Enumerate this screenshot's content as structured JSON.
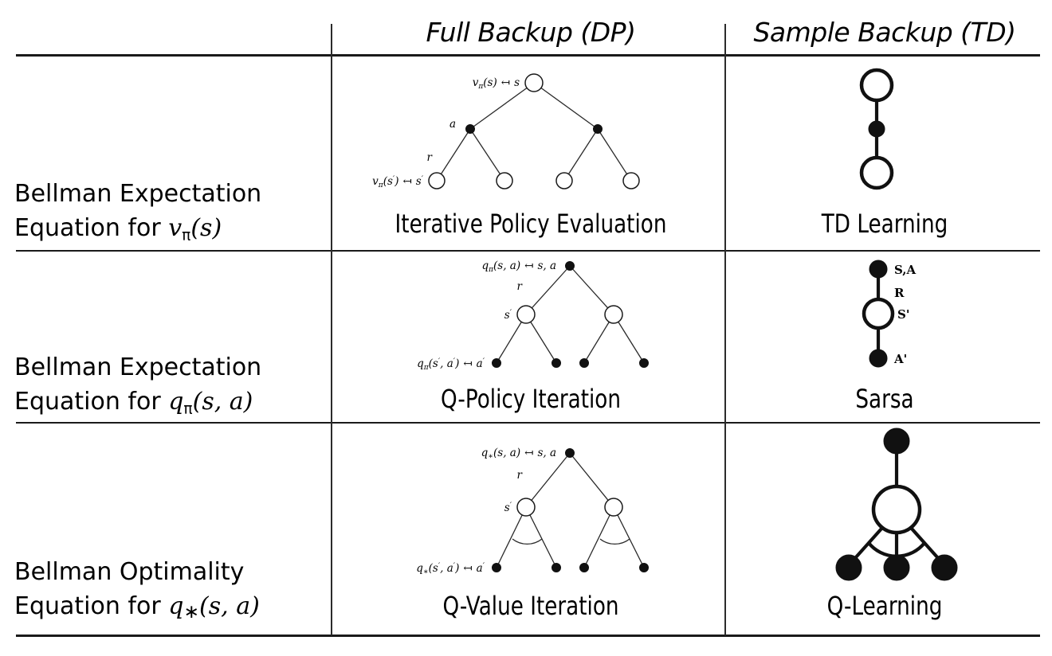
{
  "table": {
    "headers": {
      "corner": "",
      "col_dp": "Full Backup (DP)",
      "col_td": "Sample Backup (TD)"
    },
    "rows": [
      {
        "label_line1": "Bellman Expectation",
        "label_line2_prefix": "Equation for ",
        "label_line2_symbol": "v",
        "label_line2_sub": "π",
        "label_line2_suffix": "(s)",
        "dp_method": "Iterative Policy Evaluation",
        "td_method": "TD Learning",
        "dp_diagram": {
          "type": "full-backup-v",
          "root": "open-state-node",
          "labels": {
            "root": "vπ(s) ↤ s",
            "action": "a",
            "reward": "r",
            "leaf": "vπ(s′) ↤ s′"
          }
        },
        "td_diagram": {
          "type": "sample-backup-v",
          "nodes": [
            "open-state-node",
            "filled-action-node",
            "open-state-node"
          ],
          "labels": []
        }
      },
      {
        "label_line1": "Bellman Expectation",
        "label_line2_prefix": "Equation for ",
        "label_line2_symbol": "q",
        "label_line2_sub": "π",
        "label_line2_suffix": "(s, a)",
        "dp_method": "Q-Policy Iteration",
        "td_method": "Sarsa",
        "dp_diagram": {
          "type": "full-backup-q",
          "root": "filled-action-node",
          "labels": {
            "root": "qπ(s, a) ↤ s, a",
            "reward": "r",
            "state": "s′",
            "leaf": "qπ(s′, a′) ↤ a′"
          }
        },
        "td_diagram": {
          "type": "sample-backup-q",
          "nodes": [
            "filled-action-node",
            "open-state-node",
            "filled-action-node"
          ],
          "labels": {
            "top": "S,A",
            "reward": "R",
            "middle": "S'",
            "bottom": "A'"
          }
        }
      },
      {
        "label_line1": "Bellman Optimality",
        "label_line2_prefix": "Equation for ",
        "label_line2_symbol": "q",
        "label_line2_sub": "∗",
        "label_line2_suffix": "(s, a)",
        "dp_method": "Q-Value Iteration",
        "td_method": "Q-Learning",
        "dp_diagram": {
          "type": "full-backup-q-max",
          "root": "filled-action-node",
          "labels": {
            "root": "q∗(s, a) ↤ s, a",
            "reward": "r",
            "state": "s′",
            "leaf": "q∗(s′, a′) ↤ a′"
          },
          "max_arcs": true
        },
        "td_diagram": {
          "type": "sample-backup-q-max",
          "nodes": [
            "filled-action-node",
            "open-state-node",
            "filled-action-node",
            "filled-action-node",
            "filled-action-node"
          ],
          "max_arcs": true,
          "labels": []
        }
      }
    ]
  },
  "style": {
    "ink": "#111111",
    "rule": "#1a1a1a",
    "page_background": "#ffffff"
  }
}
